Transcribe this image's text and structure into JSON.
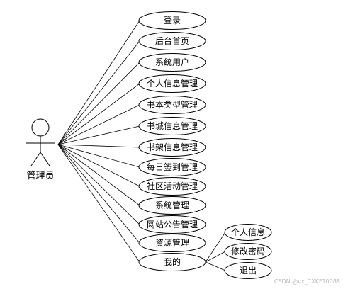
{
  "actor": {
    "label": "管理员"
  },
  "use_cases": [
    "登录",
    "后台首页",
    "系统用户",
    "个人信息管理",
    "书本类型管理",
    "书城信息管理",
    "书架信息管理",
    "每日签到管理",
    "社区活动管理",
    "系统管理",
    "网站公告管理",
    "资源管理",
    "我的"
  ],
  "sub_use_cases": [
    "个人信息",
    "修改密码",
    "退出"
  ],
  "watermark": "CSDN @vx_CXKF10088"
}
